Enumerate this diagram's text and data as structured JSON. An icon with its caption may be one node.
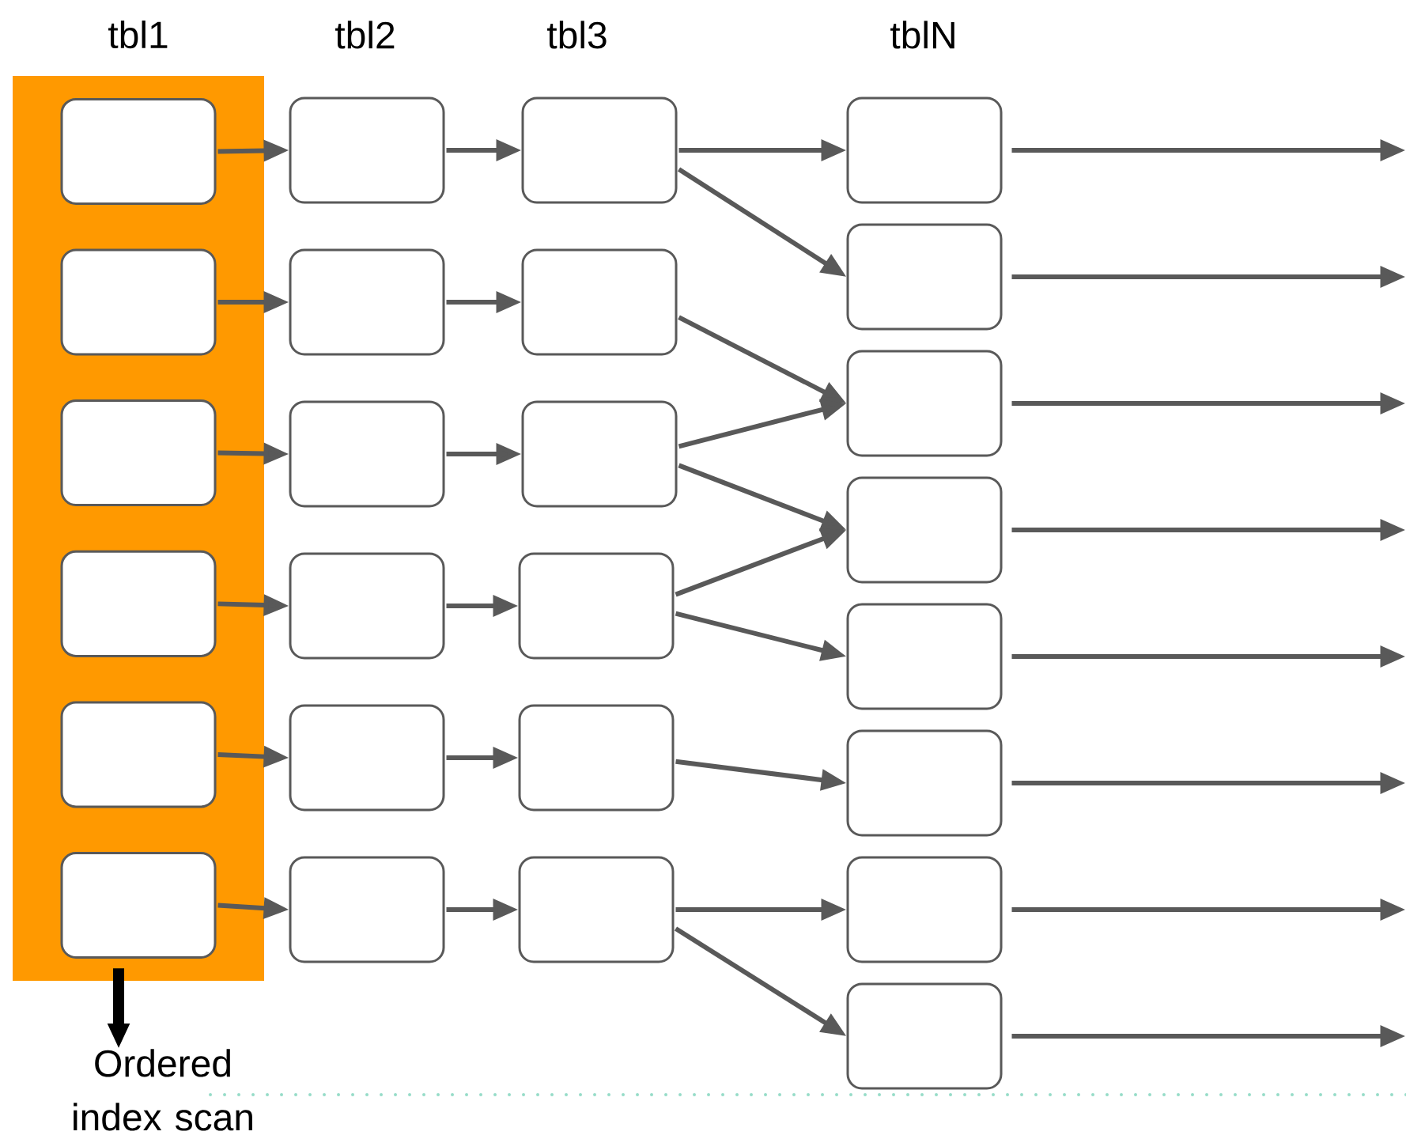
{
  "diagram": {
    "nodes": [
      {
        "text": [
          "tbl1"
        ]
      },
      {
        "text": [],
        "shape": "box",
        "in": 0
      },
      {
        "text": [],
        "shape": "box",
        "in": 0
      },
      {
        "text": [],
        "shape": "box",
        "in": 0
      },
      {
        "text": [],
        "shape": "box",
        "in": 0
      },
      {
        "text": [],
        "shape": "box",
        "in": 0
      },
      {
        "text": [],
        "shape": "box",
        "in": 0
      },
      {
        "text": [],
        "shape": "box"
      },
      {
        "text": [],
        "shape": "box"
      },
      {
        "text": [],
        "shape": "box"
      },
      {
        "text": [],
        "shape": "box"
      },
      {
        "text": [],
        "shape": "box"
      },
      {
        "text": [],
        "shape": "box"
      },
      {
        "text": [],
        "shape": "box"
      },
      {
        "text": [],
        "shape": "box"
      },
      {
        "text": [],
        "shape": "box"
      },
      {
        "text": [],
        "shape": "box"
      },
      {
        "text": [],
        "shape": "box"
      },
      {
        "text": [],
        "shape": "box"
      },
      {
        "text": [],
        "shape": "box"
      },
      {
        "text": [],
        "shape": "box"
      },
      {
        "text": [],
        "shape": "box"
      },
      {
        "text": [],
        "shape": "box"
      },
      {
        "text": [],
        "shape": "box"
      },
      {
        "text": [],
        "shape": "box"
      },
      {
        "text": [],
        "shape": "box"
      },
      {
        "text": [],
        "shape": "box"
      },
      {
        "text": [
          "Ordered index scan"
        ]
      }
    ],
    "edges": [
      {
        "from": 1,
        "to": 7,
        "arrow": "to"
      },
      {
        "from": 2,
        "to": 8,
        "arrow": "to"
      },
      {
        "from": 3,
        "to": 9,
        "arrow": "to"
      },
      {
        "from": 4,
        "to": 10,
        "arrow": "to"
      },
      {
        "from": 5,
        "to": 11,
        "arrow": "to"
      },
      {
        "from": 6,
        "to": 12,
        "arrow": "to"
      },
      {
        "from": 7,
        "to": 13,
        "arrow": "to"
      },
      {
        "from": 8,
        "to": 14,
        "arrow": "to"
      },
      {
        "from": 9,
        "to": 15,
        "arrow": "to"
      },
      {
        "from": 10,
        "to": 16,
        "arrow": "to"
      },
      {
        "from": 11,
        "to": 17,
        "arrow": "to"
      },
      {
        "from": 12,
        "to": 18,
        "arrow": "to"
      },
      {
        "from": 13,
        "to": 19,
        "arrow": "to"
      },
      {
        "from": 13,
        "to": 20,
        "arrow": "to"
      },
      {
        "from": 14,
        "to": 21,
        "arrow": "to"
      },
      {
        "from": 15,
        "to": 21,
        "arrow": "to"
      },
      {
        "from": 15,
        "to": 22,
        "arrow": "to"
      },
      {
        "from": 16,
        "to": 22,
        "arrow": "to"
      },
      {
        "from": 16,
        "to": 23,
        "arrow": "to"
      },
      {
        "from": 17,
        "to": 24,
        "arrow": "to"
      },
      {
        "from": 18,
        "to": 25,
        "arrow": "to"
      },
      {
        "from": 18,
        "to": 26,
        "arrow": "to"
      },
      {
        "from": 19,
        "to": null,
        "arrow": "to"
      },
      {
        "from": 20,
        "to": null,
        "arrow": "to"
      },
      {
        "from": 21,
        "to": null,
        "arrow": "to"
      },
      {
        "from": 22,
        "to": null,
        "arrow": "to"
      },
      {
        "from": 23,
        "to": null,
        "arrow": "to"
      },
      {
        "from": 24,
        "to": null,
        "arrow": "to"
      },
      {
        "from": 25,
        "to": null,
        "arrow": "to"
      },
      {
        "from": 26,
        "to": null,
        "arrow": "to"
      },
      {
        "from": 0,
        "to": 27,
        "arrow": "to",
        "style": "thick",
        "color": "#000000"
      }
    ],
    "labels": [
      "tbl2",
      "tbl3",
      "tblN"
    ]
  }
}
